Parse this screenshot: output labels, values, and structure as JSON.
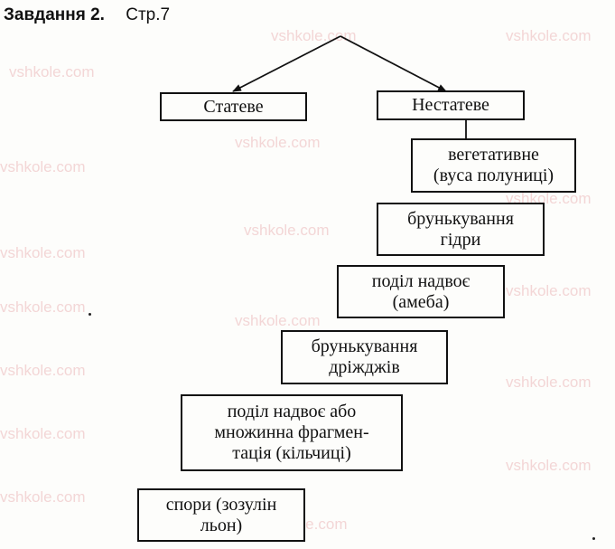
{
  "header": {
    "task": "Завдання 2.",
    "page": "Стр.7"
  },
  "watermark": "vshkole.com",
  "diagram": {
    "top_level": [
      {
        "label": "Статеве"
      },
      {
        "label": "Нестатеве"
      }
    ],
    "asexual_types": [
      {
        "label": "вегетативне\n(вуса полуниці)"
      },
      {
        "label": "брунькування\nгідри"
      },
      {
        "label": "поділ надвоє\n(амеба)"
      },
      {
        "label": "брунькування\nдріжджів"
      },
      {
        "label": "поділ надвоє або\nмножинна фрагмен-\nтація (кільчиці)"
      },
      {
        "label": "спори (зозулін\nльон)"
      }
    ]
  }
}
